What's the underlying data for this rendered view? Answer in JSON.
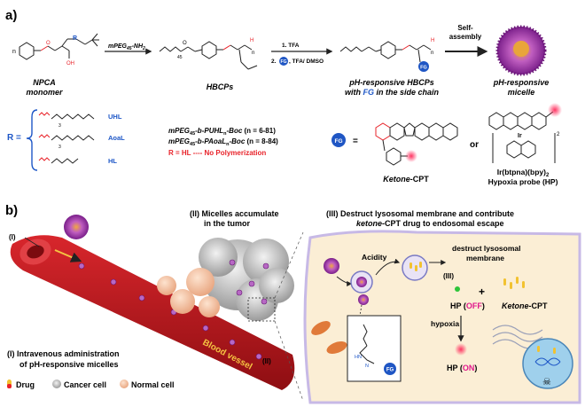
{
  "panel_a": {
    "label": "a)",
    "monomer_caption_1": "NPCA",
    "monomer_caption_2": "monomer",
    "reagent_1": "mPEG",
    "reagent_1_sub": "45",
    "reagent_1_tail": "-NH",
    "reagent_1_tail_sub": "2",
    "hbcp_caption": "HBCPs",
    "step_1": "1. TFA",
    "step_2_num": "2.",
    "step_2_rest": ", TFA/ DMSO",
    "fg_label": "FG",
    "self_assembly_1": "Self-",
    "self_assembly_2": "assembly",
    "phbcp_caption_1": "pH-responsive HBCPs",
    "phbcp_caption_2_a": "with ",
    "phbcp_caption_2_fg": "FG",
    "phbcp_caption_2_b": " in the side chain",
    "micelle_caption_1": "pH-responsive",
    "micelle_caption_2": "micelle",
    "r_label": "R =",
    "r_groups": [
      {
        "name": "UHL"
      },
      {
        "name": "AoaL"
      },
      {
        "name": "HL"
      }
    ],
    "polymers": [
      {
        "a": "mPEG",
        "sub1": "45",
        "b": "-b-PUHL",
        "sub2": "n",
        "c": "-Boc",
        "d": " (n = 6-81)"
      },
      {
        "a": "mPEG",
        "sub1": "45",
        "b": "-b-PAoaL",
        "sub2": "n",
        "c": "-Boc",
        "d": " (n = 8-84)"
      }
    ],
    "no_polymerization": "R = HL ---- No Polymerization",
    "fg_equals": "=",
    "or": "or",
    "ketone_cpt_a": "Ketone",
    "ketone_cpt_b": "-CPT",
    "hp_name": "Ir(btpna)(bpy)",
    "hp_name_sub": "2",
    "hp_desc": "Hypoxia probe (HP)",
    "ir_label": "Ir",
    "ir_sub": "2"
  },
  "panel_b": {
    "label": "b)",
    "stage1_mark": "(I)",
    "stage1_caption_1": "(I) Intravenous administration",
    "stage1_caption_2": "of pH-responsive micelles",
    "stage2_title_1": "(II) Micelles accumulate",
    "stage2_title_2": "in the tumor",
    "stage2_mark": "(II)",
    "blood_vessel": "Blood vessel",
    "stage3_title_1": "(III) Destruct lysosomal membrane and contribute",
    "stage3_title_2_a": "ketone",
    "stage3_title_2_b": "-CPT drug to endosomal escape",
    "acidity": "Acidity",
    "destruct_1": "destruct lysosomal",
    "destruct_2": "membrane",
    "stage3_mark": "(III)",
    "hp_off_a": "HP (",
    "hp_off_b": "OFF",
    "hp_off_c": ")",
    "plus": "+",
    "ketone_cpt_a": "Ketone",
    "ketone_cpt_b": "-CPT",
    "hypoxia": "hypoxia",
    "hp_on_a": "HP (",
    "hp_on_b": "ON",
    "hp_on_c": ")",
    "fg_label": "FG",
    "legend": [
      {
        "label": "Drug"
      },
      {
        "label": "Cancer cell"
      },
      {
        "label": "Normal cell"
      }
    ]
  },
  "colors": {
    "red_accent": "#e8232a",
    "blue_accent": "#1e57c7",
    "magenta_accent": "#e0188c",
    "vessel": "#c0141a",
    "cell_interior": "#fbeed5",
    "micelle": "#9b2fa6",
    "fg_badge": "#1f56c4"
  }
}
